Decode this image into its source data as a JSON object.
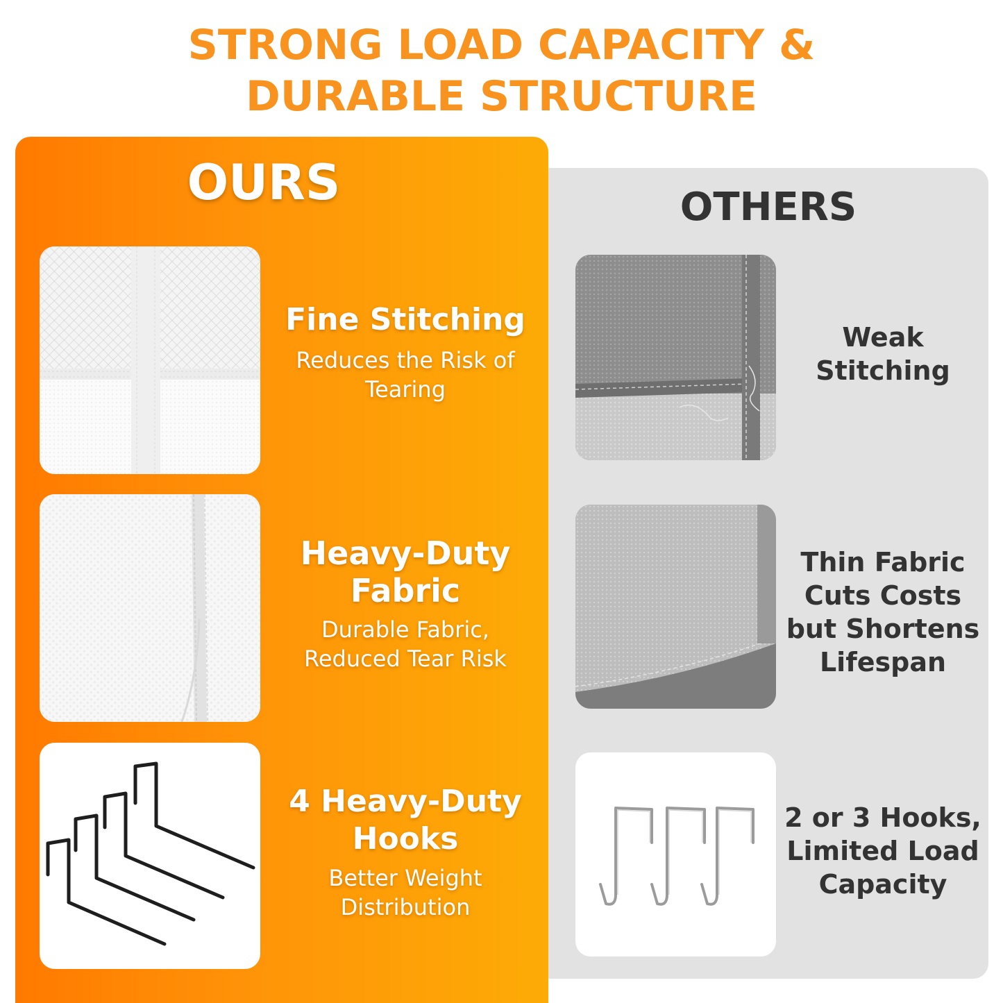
{
  "headline": {
    "line1": "STRONG LOAD CAPACITY &",
    "line2": "DURABLE STRUCTURE"
  },
  "colors": {
    "accent": "#f7931e",
    "ours_gradient_start": "#ff7a00",
    "ours_gradient_end": "#fdab06",
    "others_panel": "#e2e2e2",
    "others_text": "#333333"
  },
  "ours": {
    "title": "OURS",
    "features": [
      {
        "heading": "Fine Stitching",
        "sub": "Reduces the Risk of Tearing",
        "image": "fine-stitching-photo"
      },
      {
        "heading": "Heavy-Duty Fabric",
        "sub": "Durable Fabric, Reduced Tear Risk",
        "image": "heavy-duty-fabric-photo"
      },
      {
        "heading": "4 Heavy-Duty Hooks",
        "sub": "Better Weight Distribution",
        "image": "four-black-hooks-icon"
      }
    ]
  },
  "others": {
    "title": "OTHERS",
    "features": [
      {
        "text": "Weak Stitching",
        "image": "weak-stitching-photo"
      },
      {
        "text": "Thin Fabric Cuts Costs but Shortens Lifespan",
        "image": "thin-fabric-photo"
      },
      {
        "text": "2 or 3 Hooks, Limited Load Capacity",
        "image": "three-silver-hooks-icon"
      }
    ]
  }
}
